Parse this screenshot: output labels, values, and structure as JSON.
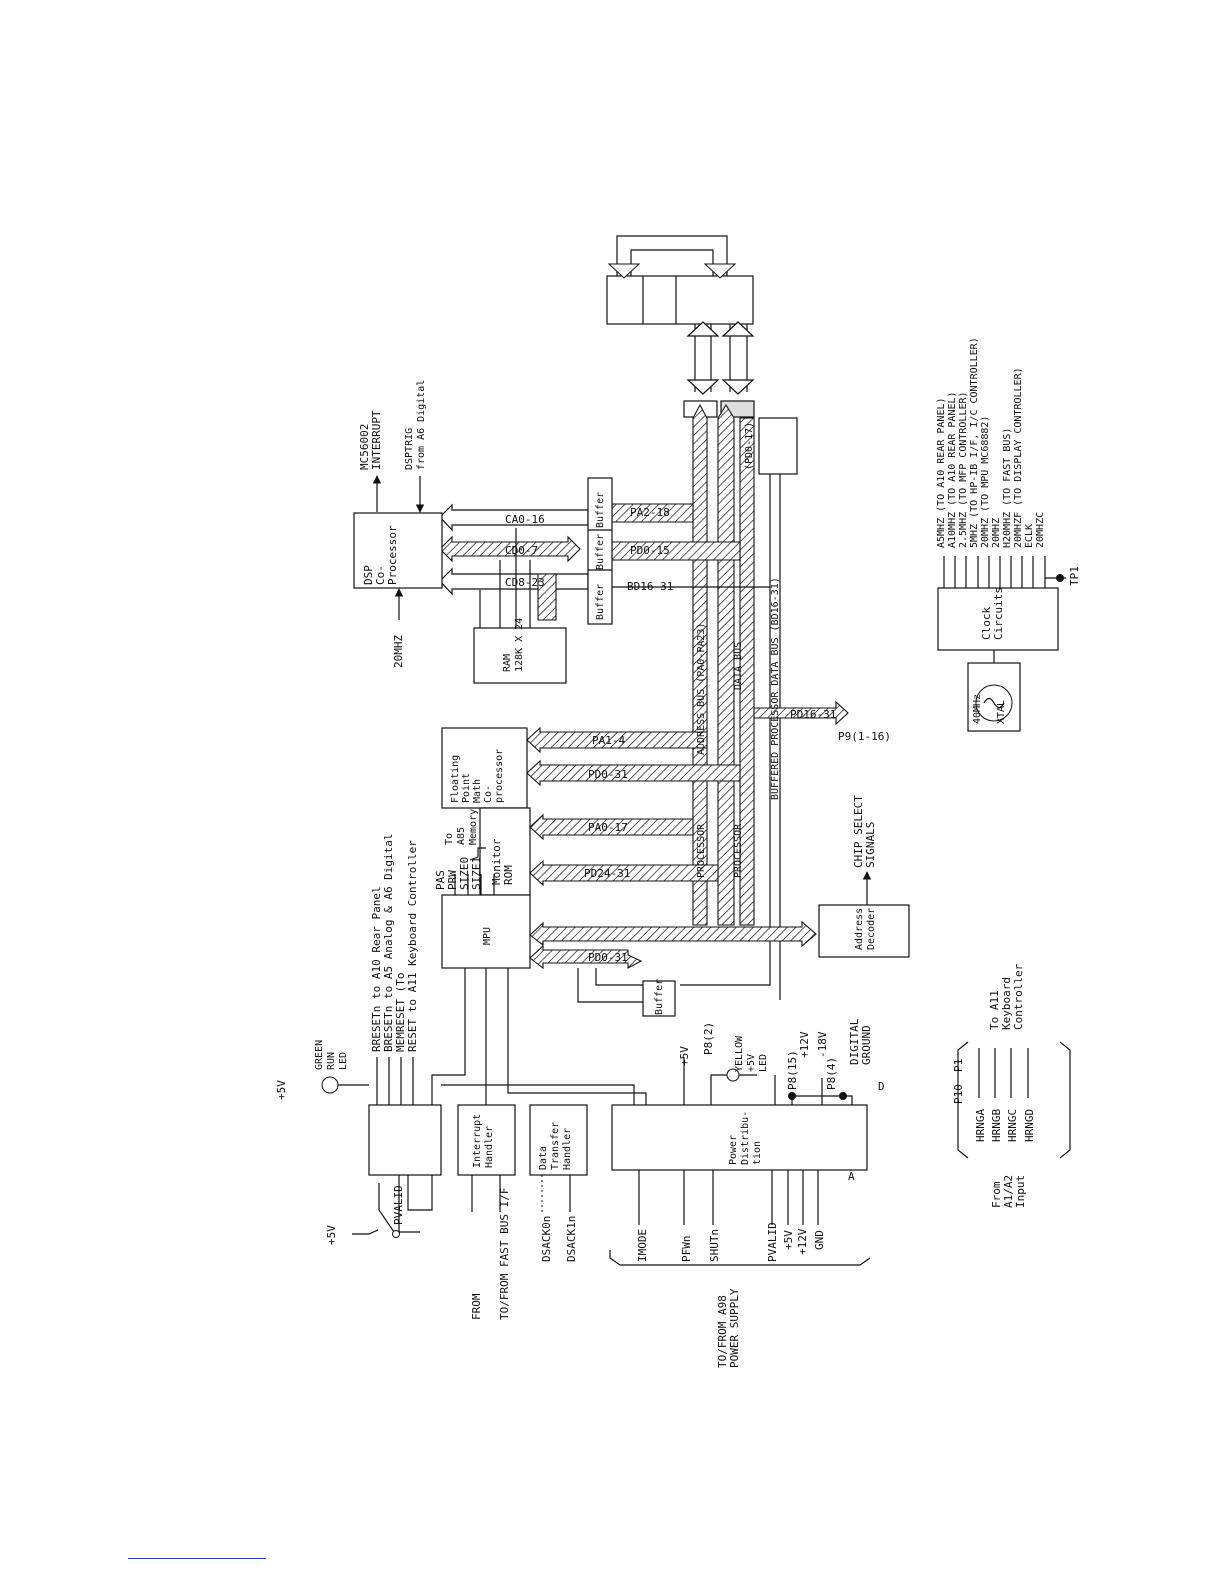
{
  "blocks": {
    "dsp": [
      "DSP",
      "Co-",
      "Processor"
    ],
    "ram": [
      "RAM",
      "128K X 24"
    ],
    "fpu": [
      "Floating",
      "Point",
      "Math",
      "Co-",
      "processor"
    ],
    "rom": [
      "Monitor",
      "ROM"
    ],
    "mpu": "MPU",
    "addr_decoder": [
      "Address",
      "Decoder"
    ],
    "buffer": "Buffer",
    "interrupt": [
      "Interrupt",
      "Handler"
    ],
    "data_transfer": [
      "Data",
      "Transfer",
      "Handler"
    ],
    "power": [
      "Power",
      "Distribu-",
      "tion"
    ],
    "clock": [
      "Clock",
      "Circuits"
    ],
    "osc": [
      "40MHz",
      "XTAL"
    ]
  },
  "signals": {
    "mc56002": [
      "MC56002",
      "INTERRUPT"
    ],
    "dsptrig": [
      "DSPTRIG",
      "from A6 Digital"
    ],
    "dsp_clk": "20MHZ",
    "ca0_16": "CA0-16",
    "cd0_7": "CD0-7",
    "cd8_23": "CD8-23",
    "pa2_18": "PA2-18",
    "pd0_15": "PD0-15",
    "bd16_31": "BD16-31",
    "pd0_17": "(PD0-17)",
    "address_bus": "ADDRESS BUS (PA0-PA23)",
    "data_bus": "DATA BUS",
    "buffered_bus": "BUFFERED PROCESSOR DATA BUS (BD16-31)",
    "processor": "PROCESSOR",
    "pd16_31": "PD16-31",
    "p9": "P9(1-16)",
    "pa1_4": "PA1-4",
    "pd0_31": "PD0-31",
    "pa0_17": "PA0-17",
    "pd24_31": "PD24-31",
    "pd0_31b": "PD0-31",
    "chip_select": [
      "CHIP SELECT",
      "SIGNALS"
    ],
    "mpu_out": [
      "PAS",
      "PRW",
      "SIZE0",
      "SIZE1"
    ],
    "to_memory": [
      "To",
      "A85",
      "Memory"
    ],
    "resets": [
      "RRESETn to A10 Rear Panel",
      "BRESETn to A5 Analog & A6 Digital",
      "MEMRESET (To",
      "RESET to A11 Keyboard Controller"
    ],
    "green_led": [
      "GREEN",
      "RUN",
      "LED"
    ],
    "plus5v": "+5V",
    "pvalid": "PVALID",
    "fast_bus": [
      "FROM",
      "TO/FROM FAST BUS I/F"
    ],
    "dsack0": "DSACK0n",
    "dsack1": "DSACK1n",
    "power_inputs": [
      "IMODE",
      "PFWn",
      "SHUTn",
      "PVALID",
      "+5V",
      "+12V",
      "GND"
    ],
    "power_supply": [
      "TO/FROM A98",
      "POWER SUPPLY"
    ],
    "p8_2": "P8(2)",
    "yellow_led": [
      "YELLOW",
      "+5V",
      "LED"
    ],
    "p8_15": "P8(15)",
    "p8_4": "P8(4)",
    "v12": "+12V",
    "vm18": "-18V",
    "digital_ground": [
      "DIGITAL",
      "GROUND"
    ],
    "gnd_a": "A",
    "gnd_d": "D",
    "clocks": [
      "A5MHZ (TO A10 REAR PANEL)",
      "A10MHZ (TO A10 REAR PANEL)",
      "2.5MHZ (TO MFP CONTROLLER)",
      "5MHZ (TO HP-IB I/F, I/C CONTROLLER)",
      "20MHZ (TO MPU   MC68882)",
      "20MHZ",
      "H20MHZ (TO FAST BUS)",
      "20MHZF (TO DISPLAY CONTROLLER)",
      "ECLK",
      "20MHZC"
    ],
    "tp1": "TP1",
    "hrng": [
      "HRNGA",
      "HRNGB",
      "HRNGC",
      "HRNGD"
    ],
    "p10": "P10",
    "p1": "P1",
    "kbd": [
      "To A11",
      "Keyboard",
      "Controller"
    ],
    "a1a2": [
      "From",
      "A1/A2",
      "Input"
    ]
  }
}
